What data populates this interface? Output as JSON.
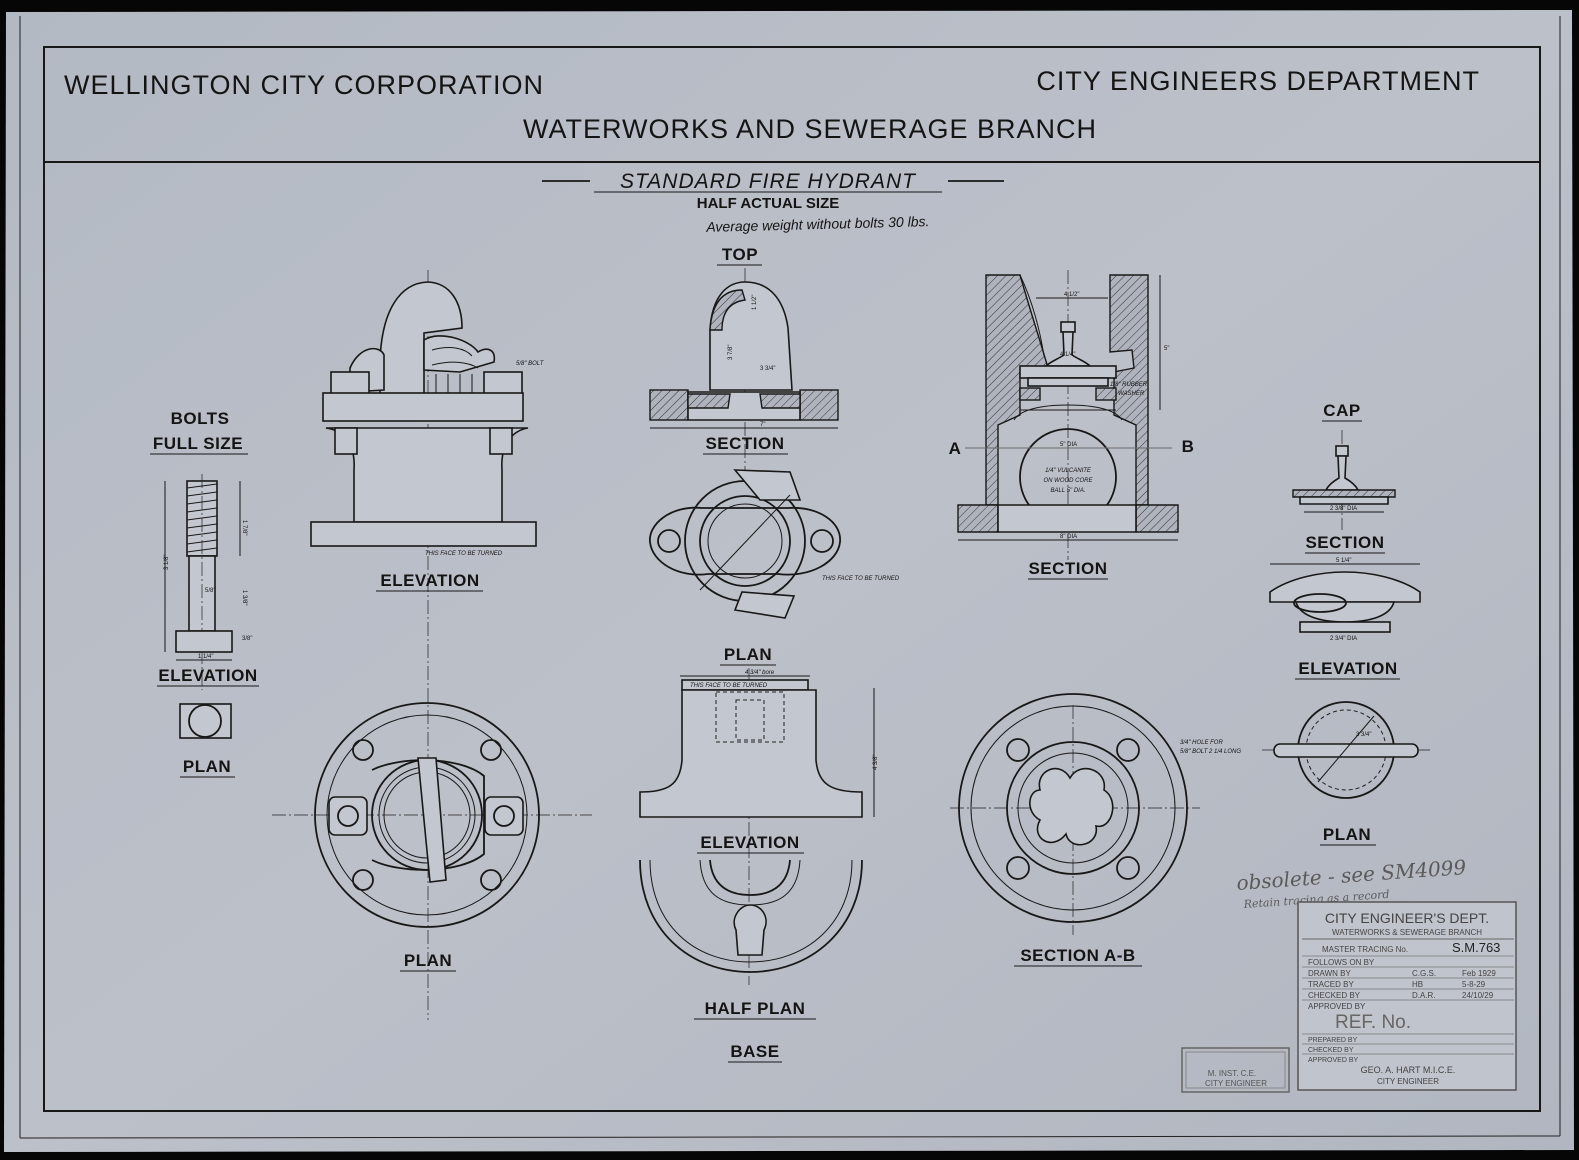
{
  "header": {
    "left": "WELLINGTON CITY CORPORATION",
    "right": "CITY ENGINEERS DEPARTMENT",
    "branch": "WATERWORKS AND SEWERAGE BRANCH"
  },
  "title": {
    "main": "STANDARD FIRE HYDRANT",
    "scale": "HALF ACTUAL SIZE",
    "weight": "Average weight without bolts 30 lbs."
  },
  "views": {
    "bolts_title_1": "BOLTS",
    "bolts_title_2": "FULL SIZE",
    "bolts_elevation": "ELEVATION",
    "bolts_plan": "PLAN",
    "main_elevation": "ELEVATION",
    "main_plan": "PLAN",
    "top": "TOP",
    "top_section": "SECTION",
    "top_plan": "PLAN",
    "base_elevation": "ELEVATION",
    "base_half_plan": "HALF PLAN",
    "base": "BASE",
    "section": "SECTION",
    "section_a": "A",
    "section_b": "B",
    "section_ab": "SECTION A-B",
    "cap": "CAP",
    "cap_section": "SECTION",
    "cap_elevation": "ELEVATION",
    "cap_plan": "PLAN"
  },
  "notes": {
    "face_turned_1": "THIS FACE TO BE TURNED",
    "face_turned_2": "THIS FACE TO BE TURNED",
    "face_turned_3": "THIS FACE TO BE TURNED",
    "bolt": "5/8\" BOLT",
    "bore": "4 3/4\" bore",
    "rubber_washer_1": "1/8\" RUBBER",
    "rubber_washer_2": "WASHER",
    "vulcanite_1": "1/4\" VULCANITE",
    "vulcanite_2": "ON WOOD CORE",
    "vulcanite_3": "BALL 5\" DIA.",
    "hole_1": "3/4\" HOLE FOR",
    "hole_2": "5/8\" BOLT 2 1/4 LONG",
    "obsolete_1": "obsolete - see SM4099",
    "obsolete_2": "Retain tracing as a record",
    "engineer_stamp_1": "M. INST. C.E.",
    "engineer_stamp_2": "CITY ENGINEER"
  },
  "dimensions": {
    "d1": "1 7/8\"",
    "d2": "3 1/8\"",
    "d3": "3/8\"",
    "d4": "1 3/8\"",
    "d5": "5/8\"",
    "d6": "1 1/4\"",
    "d7": "3 3/4\"",
    "d8": "1 1/2\"",
    "d9": "3 7/8\"",
    "d10": "7\"",
    "d11": "4 1/2\"",
    "d12": "4 1/4\"",
    "d13": "5\"",
    "d14": "5\" DIA",
    "d15": "8\" DIA",
    "d16": "2 3/8\" DIA",
    "d17": "5 1/4\"",
    "d18": "2 3/4\" DIA",
    "d19": "4 3/8\"",
    "d20": "3 3/4\""
  },
  "title_block": {
    "dept": "CITY ENGINEER'S DEPT.",
    "branch": "WATERWORKS & SEWERAGE BRANCH",
    "master_label": "MASTER TRACING No.",
    "master_no": "S.M.763",
    "rows": [
      {
        "label": "FOLLOWS ON BY",
        "init": "",
        "date": ""
      },
      {
        "label": "DRAWN BY",
        "init": "C.G.S.",
        "date": "Feb 1929"
      },
      {
        "label": "TRACED BY",
        "init": "HB",
        "date": "5-8-29"
      },
      {
        "label": "CHECKED BY",
        "init": "D.A.R.",
        "date": "24/10/29"
      },
      {
        "label": "APPROVED BY",
        "init": "",
        "date": ""
      }
    ],
    "ref": "REF. No.",
    "lower_rows": [
      {
        "label": "PREPARED BY"
      },
      {
        "label": "CHECKED BY"
      },
      {
        "label": "APPROVED BY"
      }
    ],
    "engineer": "GEO. A. HART M.I.C.E.",
    "engineer_title": "CITY ENGINEER"
  },
  "colors": {
    "paper": "#b6bbc5",
    "ink": "#181818",
    "border": "#050505"
  }
}
